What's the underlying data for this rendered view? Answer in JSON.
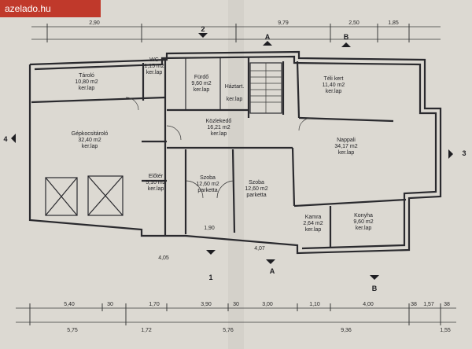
{
  "watermark": "azelado.hu",
  "rooms": [
    {
      "key": "tarolo",
      "name": "Tároló",
      "area": "10,80 m2",
      "floor": "ker.lap"
    },
    {
      "key": "wc",
      "name": "WC",
      "area": "1,15 m2",
      "floor": "ker.lap"
    },
    {
      "key": "furdo",
      "name": "Fürdő",
      "area": "9,60 m2",
      "floor": "ker.lap"
    },
    {
      "key": "kamra_small",
      "name": "Háztart.",
      "area": "",
      "floor": "ker.lap"
    },
    {
      "key": "gepkocsitarolo",
      "name": "Gépkocsitároló",
      "area": "32,40 m2",
      "floor": "ker.lap"
    },
    {
      "key": "kozlekedo",
      "name": "Közlekedő",
      "area": "16,21 m2",
      "floor": "ker.lap"
    },
    {
      "key": "teli_kert",
      "name": "Téli kert",
      "area": "11,40 m2",
      "floor": "ker.lap"
    },
    {
      "key": "nappali",
      "name": "Nappali",
      "area": "34,17 m2",
      "floor": "ker.lap"
    },
    {
      "key": "eloter",
      "name": "Előtér",
      "area": "5,10 m2",
      "floor": "ker.lap"
    },
    {
      "key": "szoba1",
      "name": "Szoba",
      "area": "12,60 m2",
      "floor": "parketta"
    },
    {
      "key": "szoba2",
      "name": "Szoba",
      "area": "12,60 m2",
      "floor": "parketta"
    },
    {
      "key": "kamra",
      "name": "Kamra",
      "area": "2,64 m2",
      "floor": "ker.lap"
    },
    {
      "key": "konyha",
      "name": "Konyha",
      "area": "9,60 m2",
      "floor": "ker.lap"
    }
  ],
  "section_marks": [
    "A",
    "A",
    "B",
    "B",
    "1",
    "2",
    "3",
    "4"
  ],
  "dims_top": [
    "2,90",
    "9,79",
    "2,50",
    "1,85"
  ],
  "dims_bottom1": [
    "5,40",
    "30",
    "1,70",
    "3,90",
    "30",
    "3,00",
    "1,10",
    "4,00",
    "38",
    "1,57",
    "38"
  ],
  "dims_bottom2": [
    "5,75",
    "1,72",
    "5,76",
    "9,36",
    "1,55"
  ],
  "small_labels": [
    "4,05",
    "4,07",
    "1,90"
  ]
}
